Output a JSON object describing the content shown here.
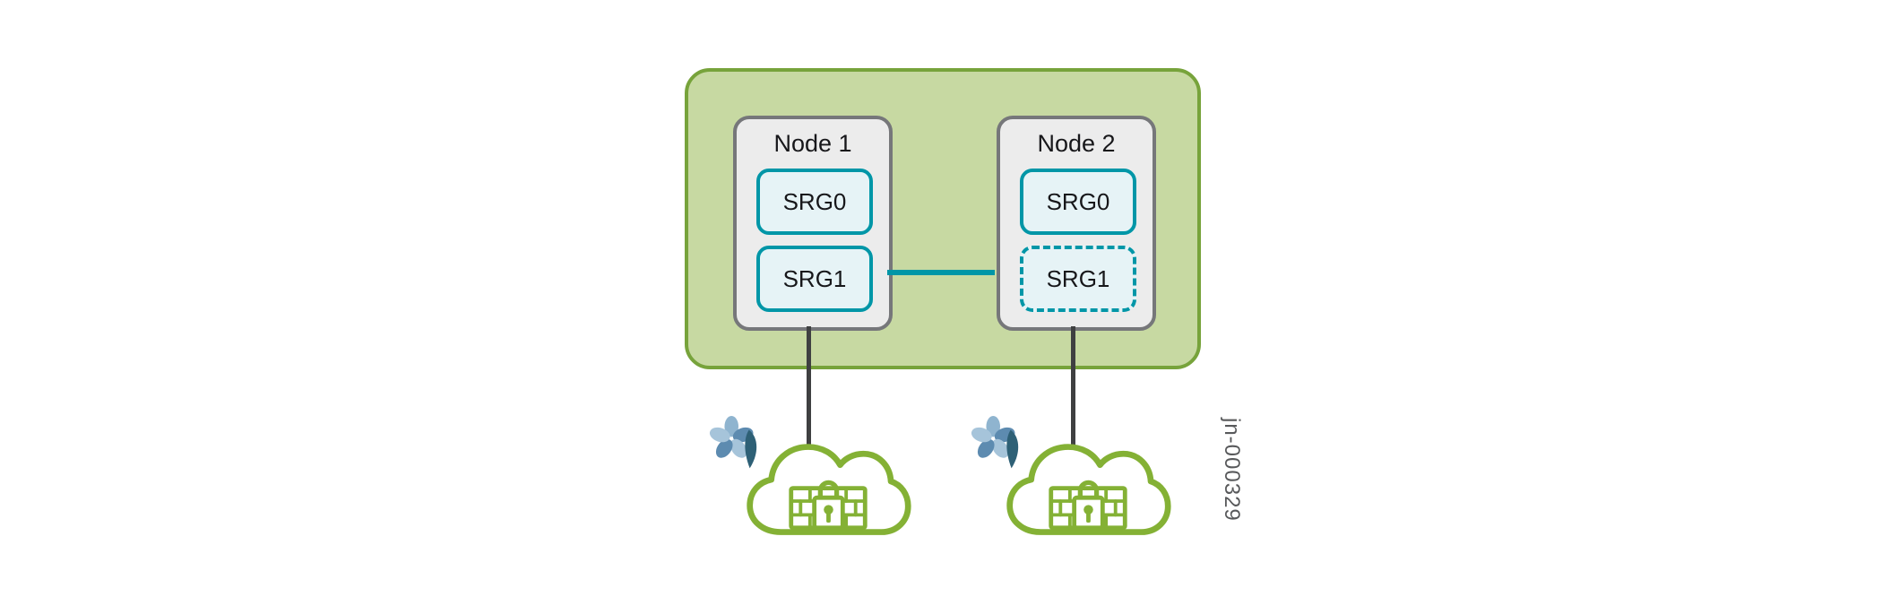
{
  "figure": {
    "id": "jn-000329"
  },
  "cluster": {
    "nodes": [
      {
        "label": "Node 1",
        "srgs": [
          {
            "label": "SRG0",
            "border": "solid"
          },
          {
            "label": "SRG1",
            "border": "solid"
          }
        ]
      },
      {
        "label": "Node 2",
        "srgs": [
          {
            "label": "SRG0",
            "border": "solid"
          },
          {
            "label": "SRG1",
            "border": "dashed"
          }
        ]
      }
    ]
  },
  "icons": {
    "cloud": "cloud-icon",
    "vault": "secure-vault-lock-icon",
    "flower": "flower-cluster-icon"
  },
  "colors": {
    "cluster_fill": "#c7d9a2",
    "cluster_border": "#77a33b",
    "node_fill": "#ececec",
    "node_border": "#76777a",
    "srg_fill": "#e6f3f6",
    "srg_border": "#0096a7",
    "srg_link": "#0096a7",
    "connector": "#3f4041",
    "cloud_green": "#84b135",
    "flower_blue_light": "#a6c4da",
    "flower_blue_dark": "#5d8bb0",
    "flower_drop": "#2e6076",
    "figure_id_text": "#58595b"
  }
}
